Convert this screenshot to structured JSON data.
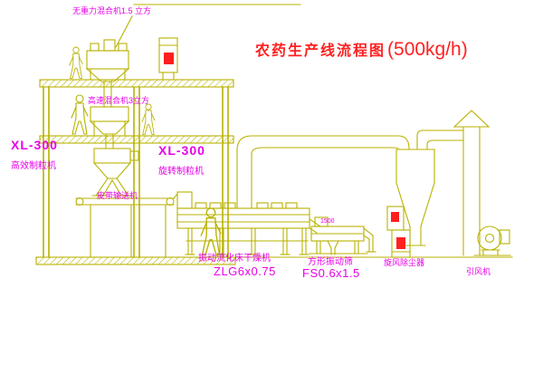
{
  "title": {
    "main": "农药生产线流程图",
    "capacity": "(500kg/h)"
  },
  "labels": {
    "top_mixer": "无重力混合机1.5 立方",
    "high_speed_mixer": "高速混合机3立方",
    "granulator_left_model": "XL-300",
    "granulator_left_name": "高效制粒机",
    "granulator_mid_model": "XL-300",
    "granulator_mid_name": "旋转制粒机",
    "belt_conveyor": "皮带输送机",
    "dryer_name": "振动流化床干燥机",
    "dryer_model": "ZLG6x0.75",
    "screen_name": "方形振动筛",
    "screen_model": "FS0.6x1.5",
    "screen_dim": "1500",
    "cyclone": "旋风除尘器",
    "fan": "引风机"
  },
  "colors": {
    "line": "#b8b200",
    "label": "#e800e8",
    "title": "#ff2020",
    "accent_red": "#ff1f1f",
    "background": "#ffffff"
  }
}
